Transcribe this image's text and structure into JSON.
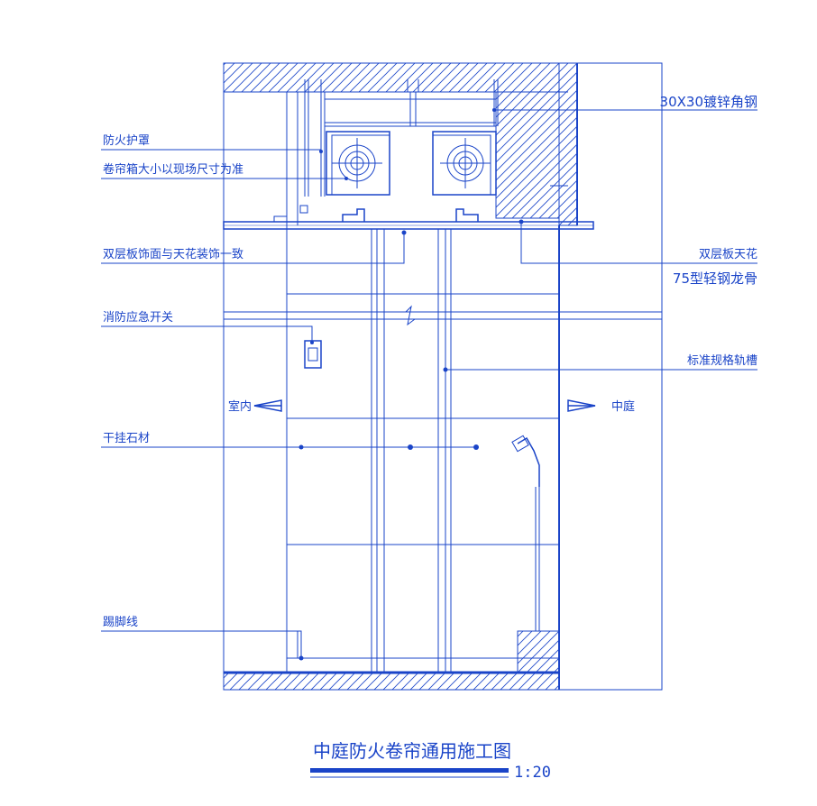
{
  "title": "中庭防火卷帘通用施工图",
  "scale": "1:20",
  "colors": {
    "line": "#1a44c8",
    "background": "#ffffff"
  },
  "labels": {
    "fire_cover": "防火护罩",
    "box_size": "卷帘箱大小以现场尺寸为准",
    "double_board_face": "双层板饰面与天花装饰一致",
    "fire_switch": "消防应急开关",
    "dry_stone": "干挂石材",
    "skirting": "踢脚线",
    "angle_steel": "30X30镀锌角钢",
    "double_ceiling": "双层板天花",
    "keel": "75型轻钢龙骨",
    "track": "标准规格轨槽",
    "indoor": "室内",
    "atrium": "中庭"
  }
}
